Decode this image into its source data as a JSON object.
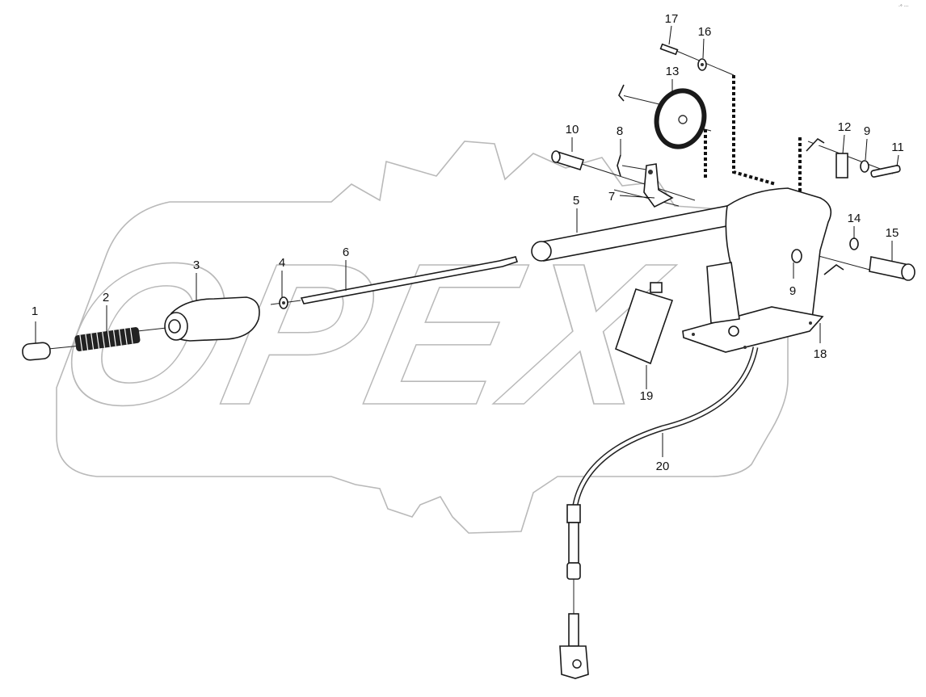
{
  "watermark": {
    "text": "OPEX"
  },
  "corner_mark": "·° ···",
  "callouts": [
    {
      "id": "1",
      "label": "1"
    },
    {
      "id": "2",
      "label": "2"
    },
    {
      "id": "3",
      "label": "3"
    },
    {
      "id": "4",
      "label": "4"
    },
    {
      "id": "5",
      "label": "5"
    },
    {
      "id": "6",
      "label": "6"
    },
    {
      "id": "7",
      "label": "7"
    },
    {
      "id": "8",
      "label": "8"
    },
    {
      "id": "9a",
      "label": "9"
    },
    {
      "id": "9b",
      "label": "9"
    },
    {
      "id": "10",
      "label": "10"
    },
    {
      "id": "11",
      "label": "11"
    },
    {
      "id": "12",
      "label": "12"
    },
    {
      "id": "13",
      "label": "13"
    },
    {
      "id": "14",
      "label": "14"
    },
    {
      "id": "15",
      "label": "15"
    },
    {
      "id": "16",
      "label": "16"
    },
    {
      "id": "17",
      "label": "17"
    },
    {
      "id": "18",
      "label": "18"
    },
    {
      "id": "19",
      "label": "19"
    },
    {
      "id": "20",
      "label": "20"
    }
  ]
}
